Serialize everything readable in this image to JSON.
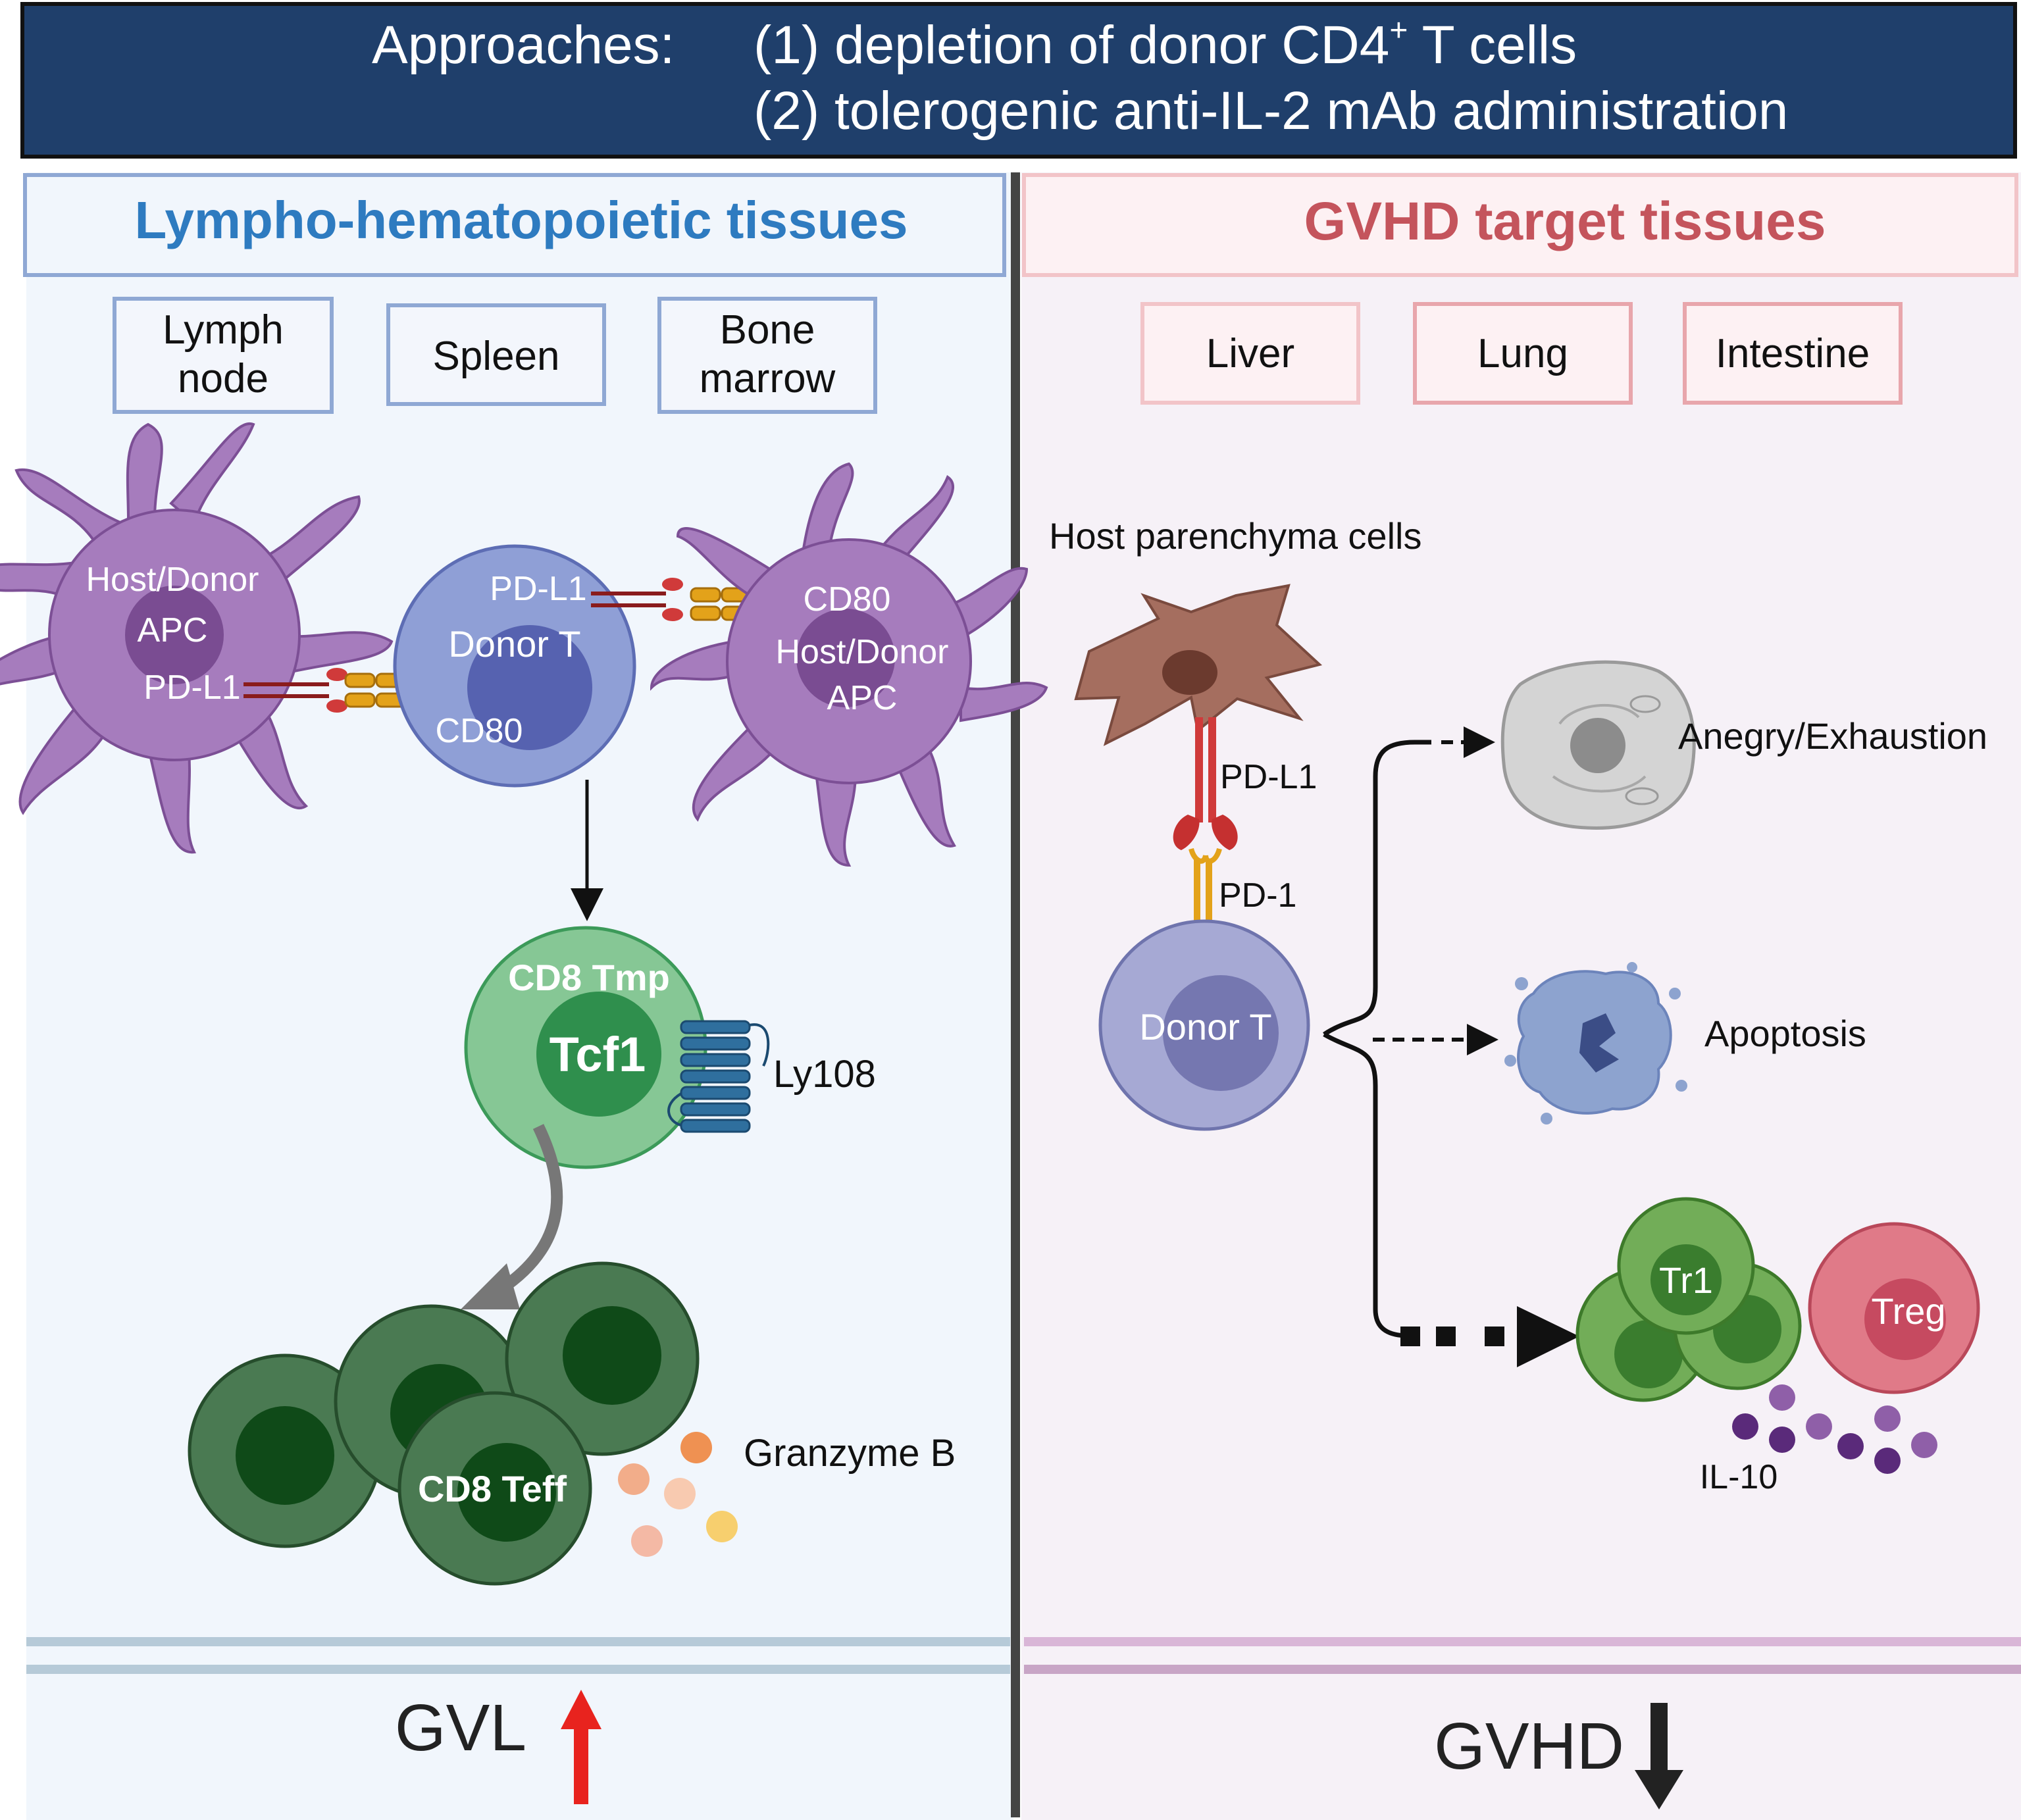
{
  "header": {
    "prefix": "Approaches:",
    "line1": "(1) depletion of donor CD4",
    "line1_sup": "+",
    "line1_suffix": " T cells",
    "line2": "(2) tolerogenic anti-IL-2 mAb administration"
  },
  "left_panel": {
    "title": "Lympho-hematopoietic tissues",
    "tissues": [
      {
        "lines": [
          "Lymph",
          "node"
        ]
      },
      {
        "lines": [
          "Spleen"
        ]
      },
      {
        "lines": [
          "Bone",
          "marrow"
        ]
      }
    ],
    "apc_left_label1": "Host/Donor",
    "apc_left_label2": "APC",
    "apc_left_ligand": "PD-L1",
    "donor_t_label": "Donor T",
    "donor_t_pdl1": "PD-L1",
    "donor_t_cd80": "CD80",
    "apc_right_cd80": "CD80",
    "apc_right_label1": "Host/Donor",
    "apc_right_label2": "APC",
    "tmp_label": "CD8 Tmp",
    "tcf1_label": "Tcf1",
    "ly108_label": "Ly108",
    "teff_label": "CD8 Teff",
    "granzyme_label": "Granzyme B",
    "outcome_label": "GVL"
  },
  "right_panel": {
    "title": "GVHD target tissues",
    "tissues": [
      {
        "lines": [
          "Liver"
        ]
      },
      {
        "lines": [
          "Lung"
        ]
      },
      {
        "lines": [
          "Intestine"
        ]
      }
    ],
    "host_cells_label": "Host parenchyma cells",
    "pdl1_label": "PD-L1",
    "pd1_label": "PD-1",
    "donor_t_label": "Donor T",
    "anergy_label": "Anegry/Exhaustion",
    "apoptosis_label": "Apoptosis",
    "tr1_label": "Tr1",
    "treg_label": "Treg",
    "il10_label": "IL-10",
    "outcome_label": "GVHD"
  },
  "colors": {
    "header_bg": "#1f3f6b",
    "left_bg": "#f1f6fc",
    "right_bg": "#f6f1f7",
    "left_title": "#2e7bc0",
    "right_title": "#c4545c",
    "apc_purple": "#a67cbd",
    "donor_t_blue": "#8f9fd6",
    "tmp_green": "#86c795",
    "teff_green": "#4a7a52",
    "up_arrow": "#e8231e",
    "down_arrow": "#222222"
  },
  "icons": [
    "up-arrow-icon",
    "down-arrow-icon",
    "dendritic-cell-icon",
    "receptor-icon",
    "apoptotic-cell-icon",
    "anergic-cell-icon"
  ]
}
